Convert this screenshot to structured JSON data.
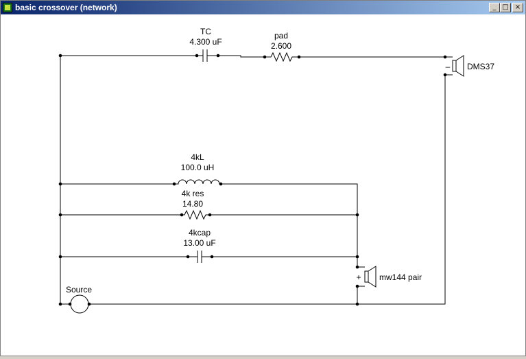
{
  "window": {
    "title": "basic crossover (network)",
    "min_glyph": "_",
    "max_glyph": "□",
    "close_glyph": "×"
  },
  "components": {
    "tc": {
      "name": "TC",
      "value": "4.300 uF"
    },
    "pad": {
      "name": "pad",
      "value": "2.600"
    },
    "tweeter": {
      "name": "DMS37",
      "polarity": "–"
    },
    "inductor": {
      "name": "4kL",
      "value": "100.0 uH"
    },
    "resistor": {
      "name": "4k res",
      "value": "14.80"
    },
    "capacitor": {
      "name": "4kcap",
      "value": "13.00 uF"
    },
    "woofer": {
      "name": "mw144 pair",
      "polarity": "+"
    },
    "source": {
      "name": "Source"
    }
  },
  "colors": {
    "wire": "#000000",
    "title_start": "#0a246a",
    "title_end": "#a6caf0"
  }
}
